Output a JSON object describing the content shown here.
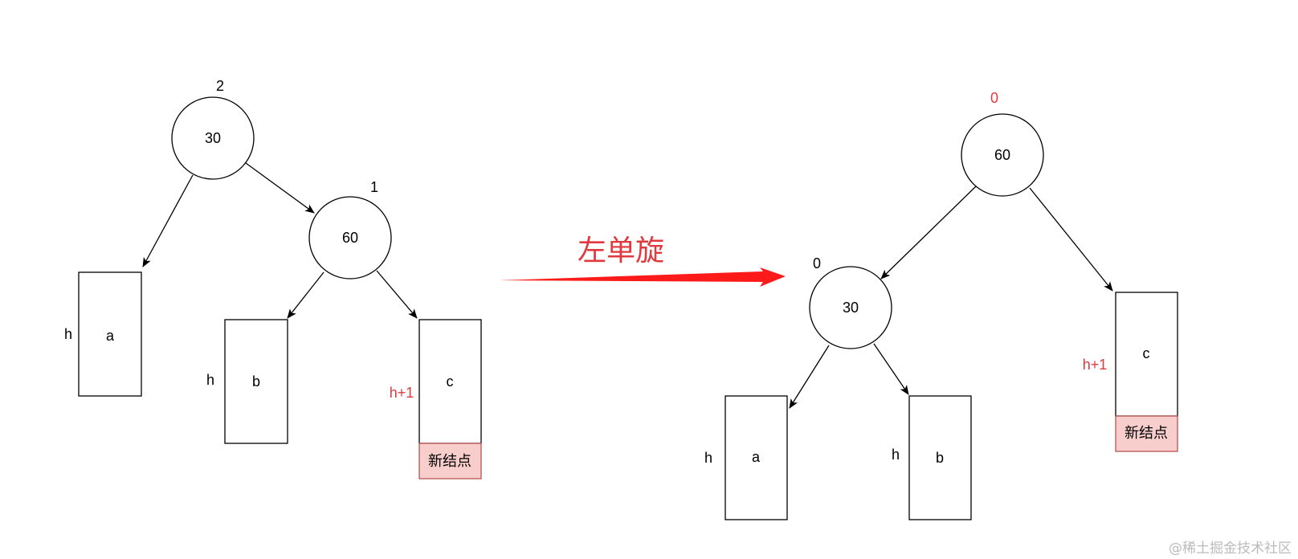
{
  "colors": {
    "red": "#e0393e",
    "arrow_red": "#ff1a1a",
    "new_node_fill": "#f8cecc",
    "new_node_stroke": "#b85450",
    "watermark": "#bbbbbb"
  },
  "before": {
    "root": {
      "value": "30",
      "balance": "2"
    },
    "child": {
      "value": "60",
      "balance": "1"
    },
    "subtree_a": {
      "label": "a",
      "height": "h"
    },
    "subtree_b": {
      "label": "b",
      "height": "h"
    },
    "subtree_c": {
      "label": "c",
      "height": "h+1"
    },
    "new_node": "新结点"
  },
  "rotation": {
    "label": "左单旋"
  },
  "after": {
    "root": {
      "value": "60",
      "balance": "0"
    },
    "child": {
      "value": "30",
      "balance": "0"
    },
    "subtree_a": {
      "label": "a",
      "height": "h"
    },
    "subtree_b": {
      "label": "b",
      "height": "h"
    },
    "subtree_c": {
      "label": "c",
      "height": "h+1"
    },
    "new_node": "新结点"
  },
  "watermark": "@稀土掘金技术社区"
}
